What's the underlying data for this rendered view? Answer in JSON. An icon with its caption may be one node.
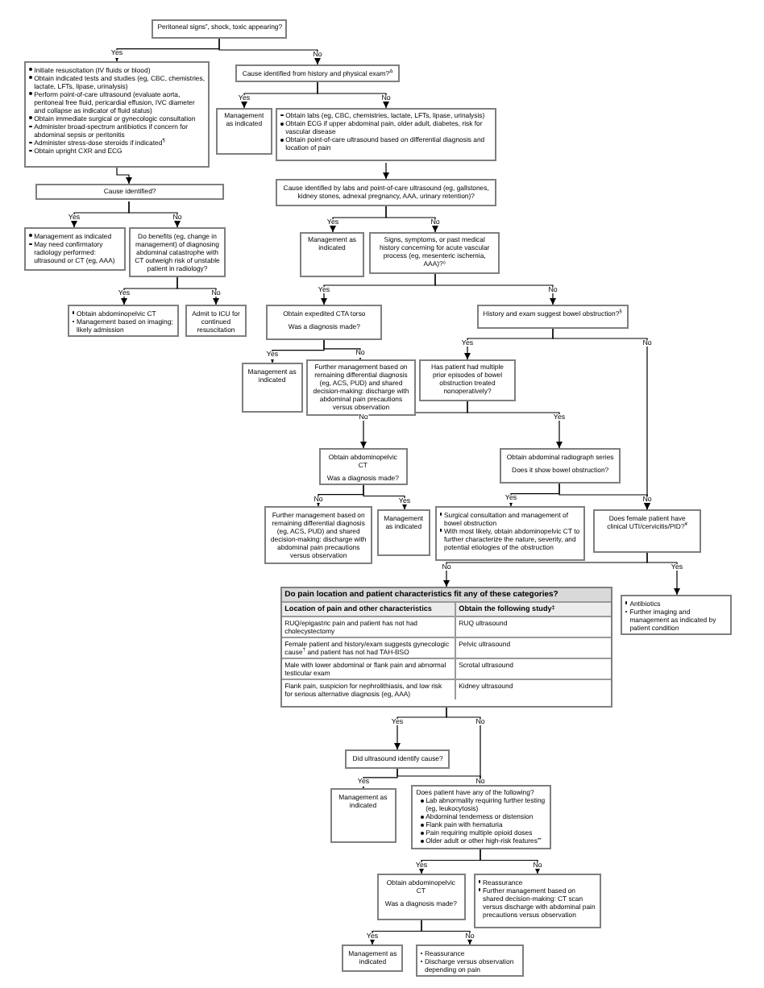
{
  "diagram": {
    "nodes": [
      {
        "text": [
          "Peritoneal signs$^{*}$, shock, toxic appearing?"
        ]
      },
      {
        "text": [
          "Initiate resuscitation (IV fluids or blood)",
          "Obtain indicated tests and studies (eg, CBC, chemistries, lactate, LFTs, lipase, urinalysis)",
          "Perform point-of-care ultrasound (evaluate aorta, peritoneal free fluid, pericardial effusion, IVC diameter and collapse as indicator of fluid status)",
          "Obtain immediate surgical or gynecologic consultation",
          "Administer broad-spectrum antibiotics if concern for abdominal sepsis or peritonitis",
          "Administer stress-dose steroids if indicated$^{¶}$",
          "Obtain upright CXR and ECG"
        ]
      },
      {
        "text": [
          "Cause identified from history and physical exam?$^{Δ}$"
        ]
      },
      {
        "text": [
          "Management as indicated"
        ]
      },
      {
        "text": [
          "Obtain labs (eg, CBC, chemistries, lactate, LFTs, lipase, urinalysis)",
          "Obtain ECG if upper abdominal pain, older adult, diabetes, risk for vascular disease",
          "Obtain point-of-care ultrasound based on differential diagnosis and location of pain"
        ]
      },
      {
        "text": [
          "Cause identified?"
        ]
      },
      {
        "text": [
          "Cause identified by labs and point-of-care ultrasound (eg, gallstones, kidney stones, adnexal pregnancy, AAA, urinary retention)?"
        ]
      },
      {
        "text": [
          "Management as indicated",
          "May need confirmatory radiology performed: ultrasound or CT (eg, AAA)"
        ]
      },
      {
        "text": [
          "Do benefits (eg, change in management) of diagnosing abdominal catastrophe with CT outweigh risk of unstable patient in radiology?"
        ]
      },
      {
        "text": [
          "Management as indicated"
        ]
      },
      {
        "text": [
          "Signs, symptoms, or past medical history concerning for acute vascular process (eg, mesenteric ischemia, AAA)?$^{◊}$"
        ]
      },
      {
        "text": [
          "Obtain abdominopelvic CT",
          "Management based on imaging; likely admission"
        ]
      },
      {
        "text": [
          "Admit to ICU for continued resuscitation"
        ]
      },
      {
        "text": [
          "Obtain expedited CTA torso",
          "Was a diagnosis made?"
        ]
      },
      {
        "text": [
          "History and exam suggest bowel obstruction?$^{§}$"
        ]
      },
      {
        "text": [
          "Management as indicated"
        ]
      },
      {
        "text": [
          "Further management based on remaining differential diagnosis (eg, ACS, PUD) and shared decision-making: discharge with abdominal pain precautions versus observation"
        ]
      },
      {
        "text": [
          "Has patient had multiple prior episodes of bowel obstruction treated nonoperatively?"
        ]
      },
      {
        "text": [
          "Obtain abdominopelvic CT",
          "Was a diagnosis made?"
        ]
      },
      {
        "text": [
          "Obtain abdominal radiograph series",
          "Does it show bowel obstruction?"
        ]
      },
      {
        "text": [
          "Further management based on remaining differential diagnosis (eg, ACS, PUD) and shared decision-making: discharge with abdominal pain precautions versus observation"
        ]
      },
      {
        "text": [
          "Management as indicated"
        ]
      },
      {
        "text": [
          "Surgical consultation and management of bowel obstruction",
          "With most likely, obtain abdominopelvic CT to further characterize the nature, severity, and potential etiologies of the obstruction"
        ]
      },
      {
        "text": [
          "Does female patient have clinical UTI/cervicitis/PID?$^{¥}$"
        ]
      },
      {
        "text": [
          "Do pain location and patient characteristics fit any of these categories?",
          "Location of pain and other characteristics",
          "Obtain the following study$^{‡}$",
          "RUQ/epigastric pain and patient has not had cholecystectomy",
          "RUQ ultrasound",
          "Female patient and history/exam suggests gynecologic cause$^{†}$ and patient has not had TAH-BSO",
          "Pelvic ultrasound",
          "Male with lower abdominal or flank pain and abnormal testicular exam",
          "Scrotal ultrasound",
          "Flank pain, suspicion for nephrolithiasis, and low risk for serious alternative diagnosis (eg, AAA)",
          "Kidney ultrasound"
        ]
      },
      {
        "text": [
          "Antibiotics",
          "Further imaging and management as indicated by patient condition"
        ]
      },
      {
        "text": [
          "Did ultrasound identify cause?"
        ]
      },
      {
        "text": [
          "Management as indicated"
        ]
      },
      {
        "text": [
          "Does patient have any of the following?",
          "Lab abnormality requiring further testing (eg, leukocytosis)",
          "Abdominal tenderness or distension",
          "Flank pain with hematuria",
          "Pain requiring multiple opioid doses",
          "Older adult or other high-risk features$^{**}$"
        ]
      },
      {
        "text": [
          "Obtain abdominopelvic CT",
          "Was a diagnosis made?"
        ]
      },
      {
        "text": [
          "Reassurance",
          "Further management based on shared decision-making: CT scan versus discharge with abdominal pain precautions versus observation"
        ]
      },
      {
        "text": [
          "Management as indicated"
        ]
      },
      {
        "text": [
          "Reassurance",
          "Discharge versus observation depending on pain"
        ]
      }
    ],
    "edges": [
      {
        "from": 0,
        "to": 1,
        "arrow": "to",
        "label": "Yes"
      },
      {
        "from": 0,
        "to": 2,
        "arrow": "to",
        "label": "No"
      },
      {
        "from": 2,
        "to": 3,
        "arrow": "to",
        "label": "Yes"
      },
      {
        "from": 2,
        "to": 4,
        "arrow": "to",
        "label": "No"
      },
      {
        "from": 1,
        "to": 5,
        "arrow": "to"
      },
      {
        "from": 4,
        "to": 6,
        "arrow": "to"
      },
      {
        "from": 5,
        "to": 7,
        "arrow": "to",
        "label": "Yes"
      },
      {
        "from": 5,
        "to": 8,
        "arrow": "to",
        "label": "No"
      },
      {
        "from": 6,
        "to": 9,
        "arrow": "to",
        "label": "Yes"
      },
      {
        "from": 6,
        "to": 10,
        "arrow": "to",
        "label": "No"
      },
      {
        "from": 8,
        "to": 11,
        "arrow": "to",
        "label": "Yes"
      },
      {
        "from": 8,
        "to": 12,
        "arrow": "to",
        "label": "No"
      },
      {
        "from": 10,
        "to": 13,
        "arrow": "to",
        "label": "Yes"
      },
      {
        "from": 10,
        "to": 14,
        "arrow": "to",
        "label": "No"
      },
      {
        "from": 13,
        "to": 15,
        "arrow": "to",
        "label": "Yes"
      },
      {
        "from": 13,
        "to": 16,
        "arrow": "to",
        "label": "No"
      },
      {
        "from": 14,
        "to": 17,
        "arrow": "to",
        "label": "Yes"
      },
      {
        "from": 14,
        "to": 23,
        "arrow": "to",
        "label": "No"
      },
      {
        "from": 17,
        "to": 18,
        "arrow": "to",
        "label": "No"
      },
      {
        "from": 17,
        "to": 19,
        "arrow": "to",
        "label": "Yes"
      },
      {
        "from": 18,
        "to": 20,
        "arrow": "to",
        "label": "No"
      },
      {
        "from": 18,
        "to": 21,
        "arrow": "to",
        "label": "Yes"
      },
      {
        "from": 19,
        "to": 22,
        "arrow": "to",
        "label": "Yes"
      },
      {
        "from": 19,
        "to": 23,
        "arrow": "to",
        "label": "No"
      },
      {
        "from": 23,
        "to": 24,
        "arrow": "to",
        "label": "No"
      },
      {
        "from": 23,
        "to": 25,
        "arrow": "to",
        "label": "Yes"
      },
      {
        "from": 24,
        "to": 26,
        "arrow": "to",
        "label": "Yes"
      },
      {
        "from": 24,
        "to": 28,
        "arrow": "to",
        "label": "No"
      },
      {
        "from": 26,
        "to": 27,
        "arrow": "to",
        "label": "Yes"
      },
      {
        "from": 26,
        "to": 28,
        "arrow": "to",
        "label": "No"
      },
      {
        "from": 28,
        "to": 29,
        "arrow": "to",
        "label": "Yes"
      },
      {
        "from": 28,
        "to": 30,
        "arrow": "to",
        "label": "No"
      },
      {
        "from": 29,
        "to": 31,
        "arrow": "to",
        "label": "Yes"
      },
      {
        "from": 29,
        "to": 32,
        "arrow": "to",
        "label": "No"
      }
    ]
  }
}
